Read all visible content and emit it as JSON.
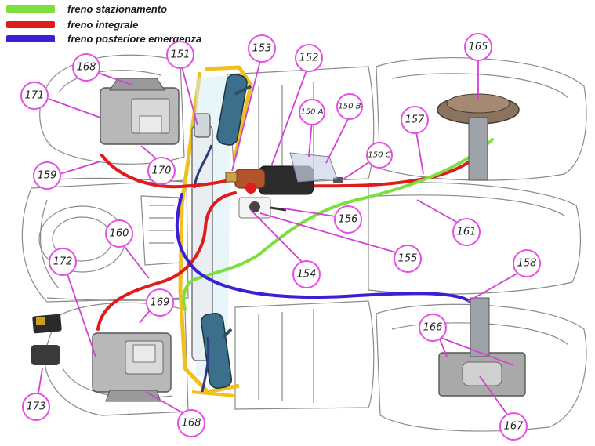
{
  "legend": [
    {
      "label": "freno stazionamento",
      "color": "#7ddf3c"
    },
    {
      "label": "freno integrale",
      "color": "#e01b1b"
    },
    {
      "label": "freno posteriore emergenza",
      "color": "#3b1fd6"
    }
  ],
  "callouts": {
    "c151": "151",
    "c152": "152",
    "c153": "153",
    "c150a": "150 A",
    "c150b": "150 B",
    "c150c": "150 C",
    "c154": "154",
    "c155": "155",
    "c156": "156",
    "c157": "157",
    "c158": "158",
    "c159": "159",
    "c160": "160",
    "c161": "161",
    "c165": "165",
    "c166": "166",
    "c167": "167",
    "c168a": "168",
    "c168b": "168",
    "c169": "169",
    "c170": "170",
    "c171": "171",
    "c172": "172",
    "c173": "173"
  },
  "colors": {
    "callout_stroke": "#e64fe6",
    "leader": "#d43fd4",
    "outline": "#8a8a8a",
    "frame": "#f0c020",
    "parking": "#7ddf3c",
    "integral": "#e01b1b",
    "emergency": "#3b1fd6"
  }
}
